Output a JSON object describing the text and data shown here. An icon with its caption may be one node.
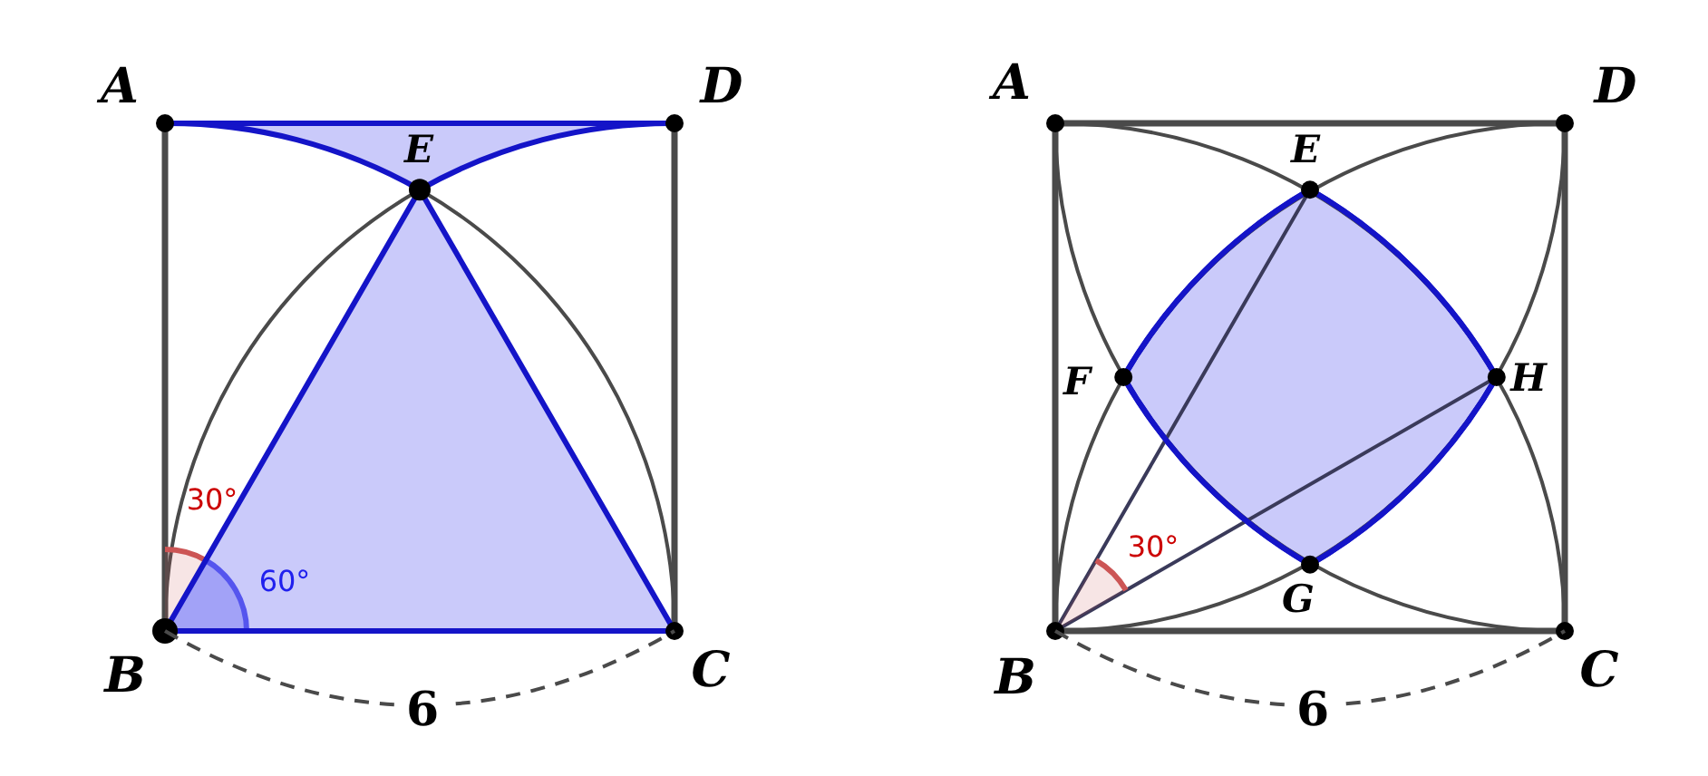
{
  "diagram": {
    "labels": [
      "A",
      "D",
      "E",
      "30°",
      "60°",
      "B",
      "C",
      "6",
      "A",
      "D",
      "E",
      "F",
      "H",
      "30°",
      "G",
      "B",
      "C",
      "6"
    ]
  }
}
